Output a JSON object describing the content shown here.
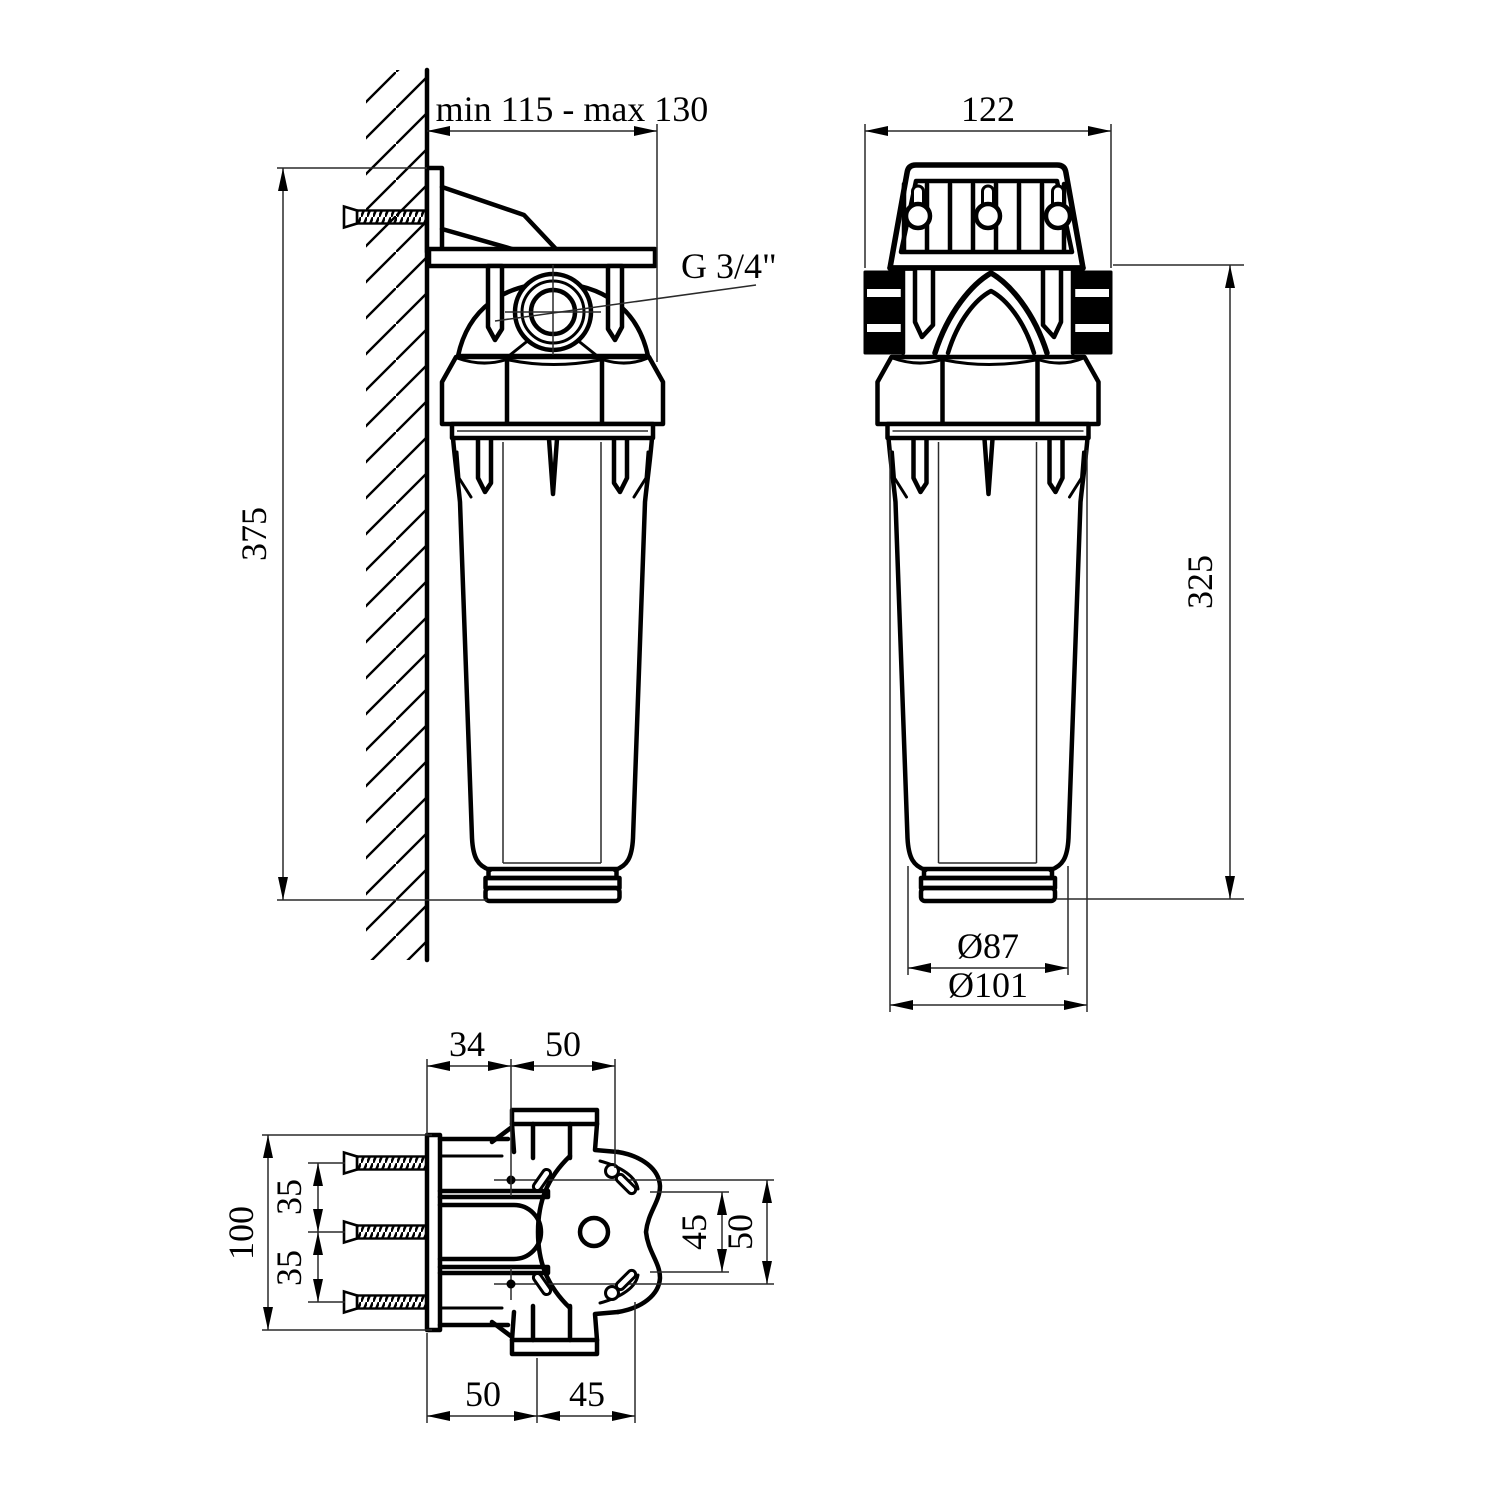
{
  "drawing": {
    "kind": "technical-dimension-drawing",
    "subject": "wall-mounted water filter housing",
    "background_color": "#ffffff",
    "line_color": "#000000",
    "views": {
      "side_view": {
        "name": "side view on wall",
        "dim_depth": "min 115 - max 130",
        "dim_height": "375",
        "label_thread": "G 3/4\""
      },
      "front_view": {
        "name": "front view",
        "dim_width": "122",
        "dim_height": "325",
        "dim_diameter_body": "Ø87",
        "dim_diameter_max": "Ø101"
      },
      "top_view": {
        "name": "top view of mounting bracket",
        "dim_offset": "34",
        "dim_hole_spacing": "50",
        "dim_plate_height": "100",
        "dim_screw_gap_top": "35",
        "dim_screw_gap_bottom": "35",
        "dim_slot_spacing": "45",
        "dim_flange_span": "50",
        "dim_base_left": "50",
        "dim_base_right": "45"
      }
    }
  }
}
